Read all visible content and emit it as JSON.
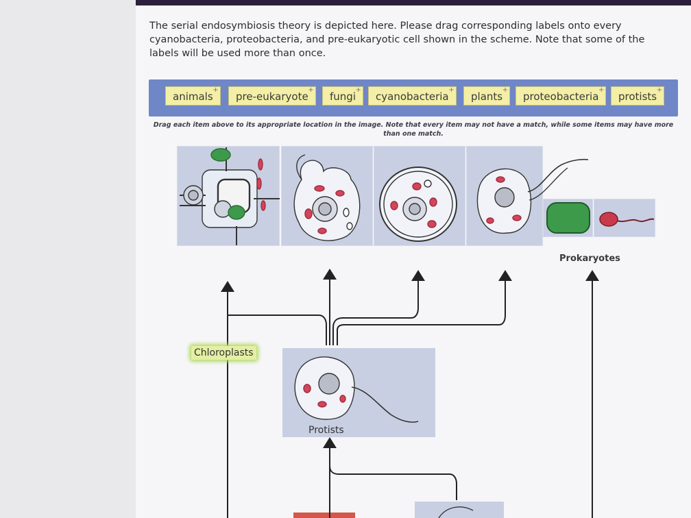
{
  "instructions": "The serial endosymbiosis theory is depicted here. Please drag corresponding labels onto every cyanobacteria, proteobacteria, and pre-eukaryotic cell shown in the scheme. Note that some of the labels will be used more than once.",
  "word_bank": {
    "items": [
      "animals",
      "pre-eukaryote",
      "fungi",
      "cyanobacteria",
      "plants",
      "proteobacteria",
      "protists"
    ],
    "plus_symbol": "+"
  },
  "hint": "Drag each item above to its appropriate location in the image. Note that every item may not have a match, while some items may have more than one match.",
  "diagram": {
    "prokaryotes_label": "Prokaryotes",
    "chloroplasts_label": "Chloroplasts",
    "protists_label": "Protists"
  },
  "colors": {
    "bank_bg": "#6f86c7",
    "chip_bg": "#f4efa6",
    "panel_bg": "#c8cfe2",
    "chloroplast": "#3d9a4a",
    "mitochondria": "#d3455b",
    "highlight": "#b7d96a"
  }
}
